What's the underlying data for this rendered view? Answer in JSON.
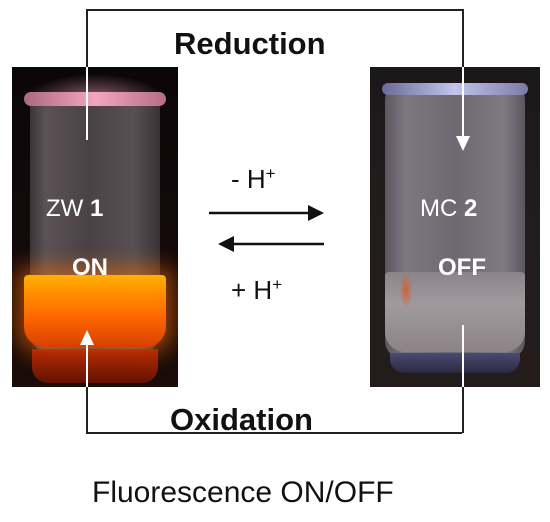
{
  "top_label": "Reduction",
  "bottom_label": "Oxidation",
  "left_vial": {
    "name": "ZW",
    "number": "1",
    "state": "ON"
  },
  "right_vial": {
    "name": "MC",
    "number": "2",
    "state": "OFF"
  },
  "forward_label": "- H",
  "forward_sup": "+",
  "reverse_label": "+ H",
  "reverse_sup": "+",
  "caption": "Fluorescence ON/OFF",
  "colors": {
    "line": "#222222",
    "fluorescent_liquid": "#ff8a00",
    "text_on_photo": "#ffffff"
  }
}
